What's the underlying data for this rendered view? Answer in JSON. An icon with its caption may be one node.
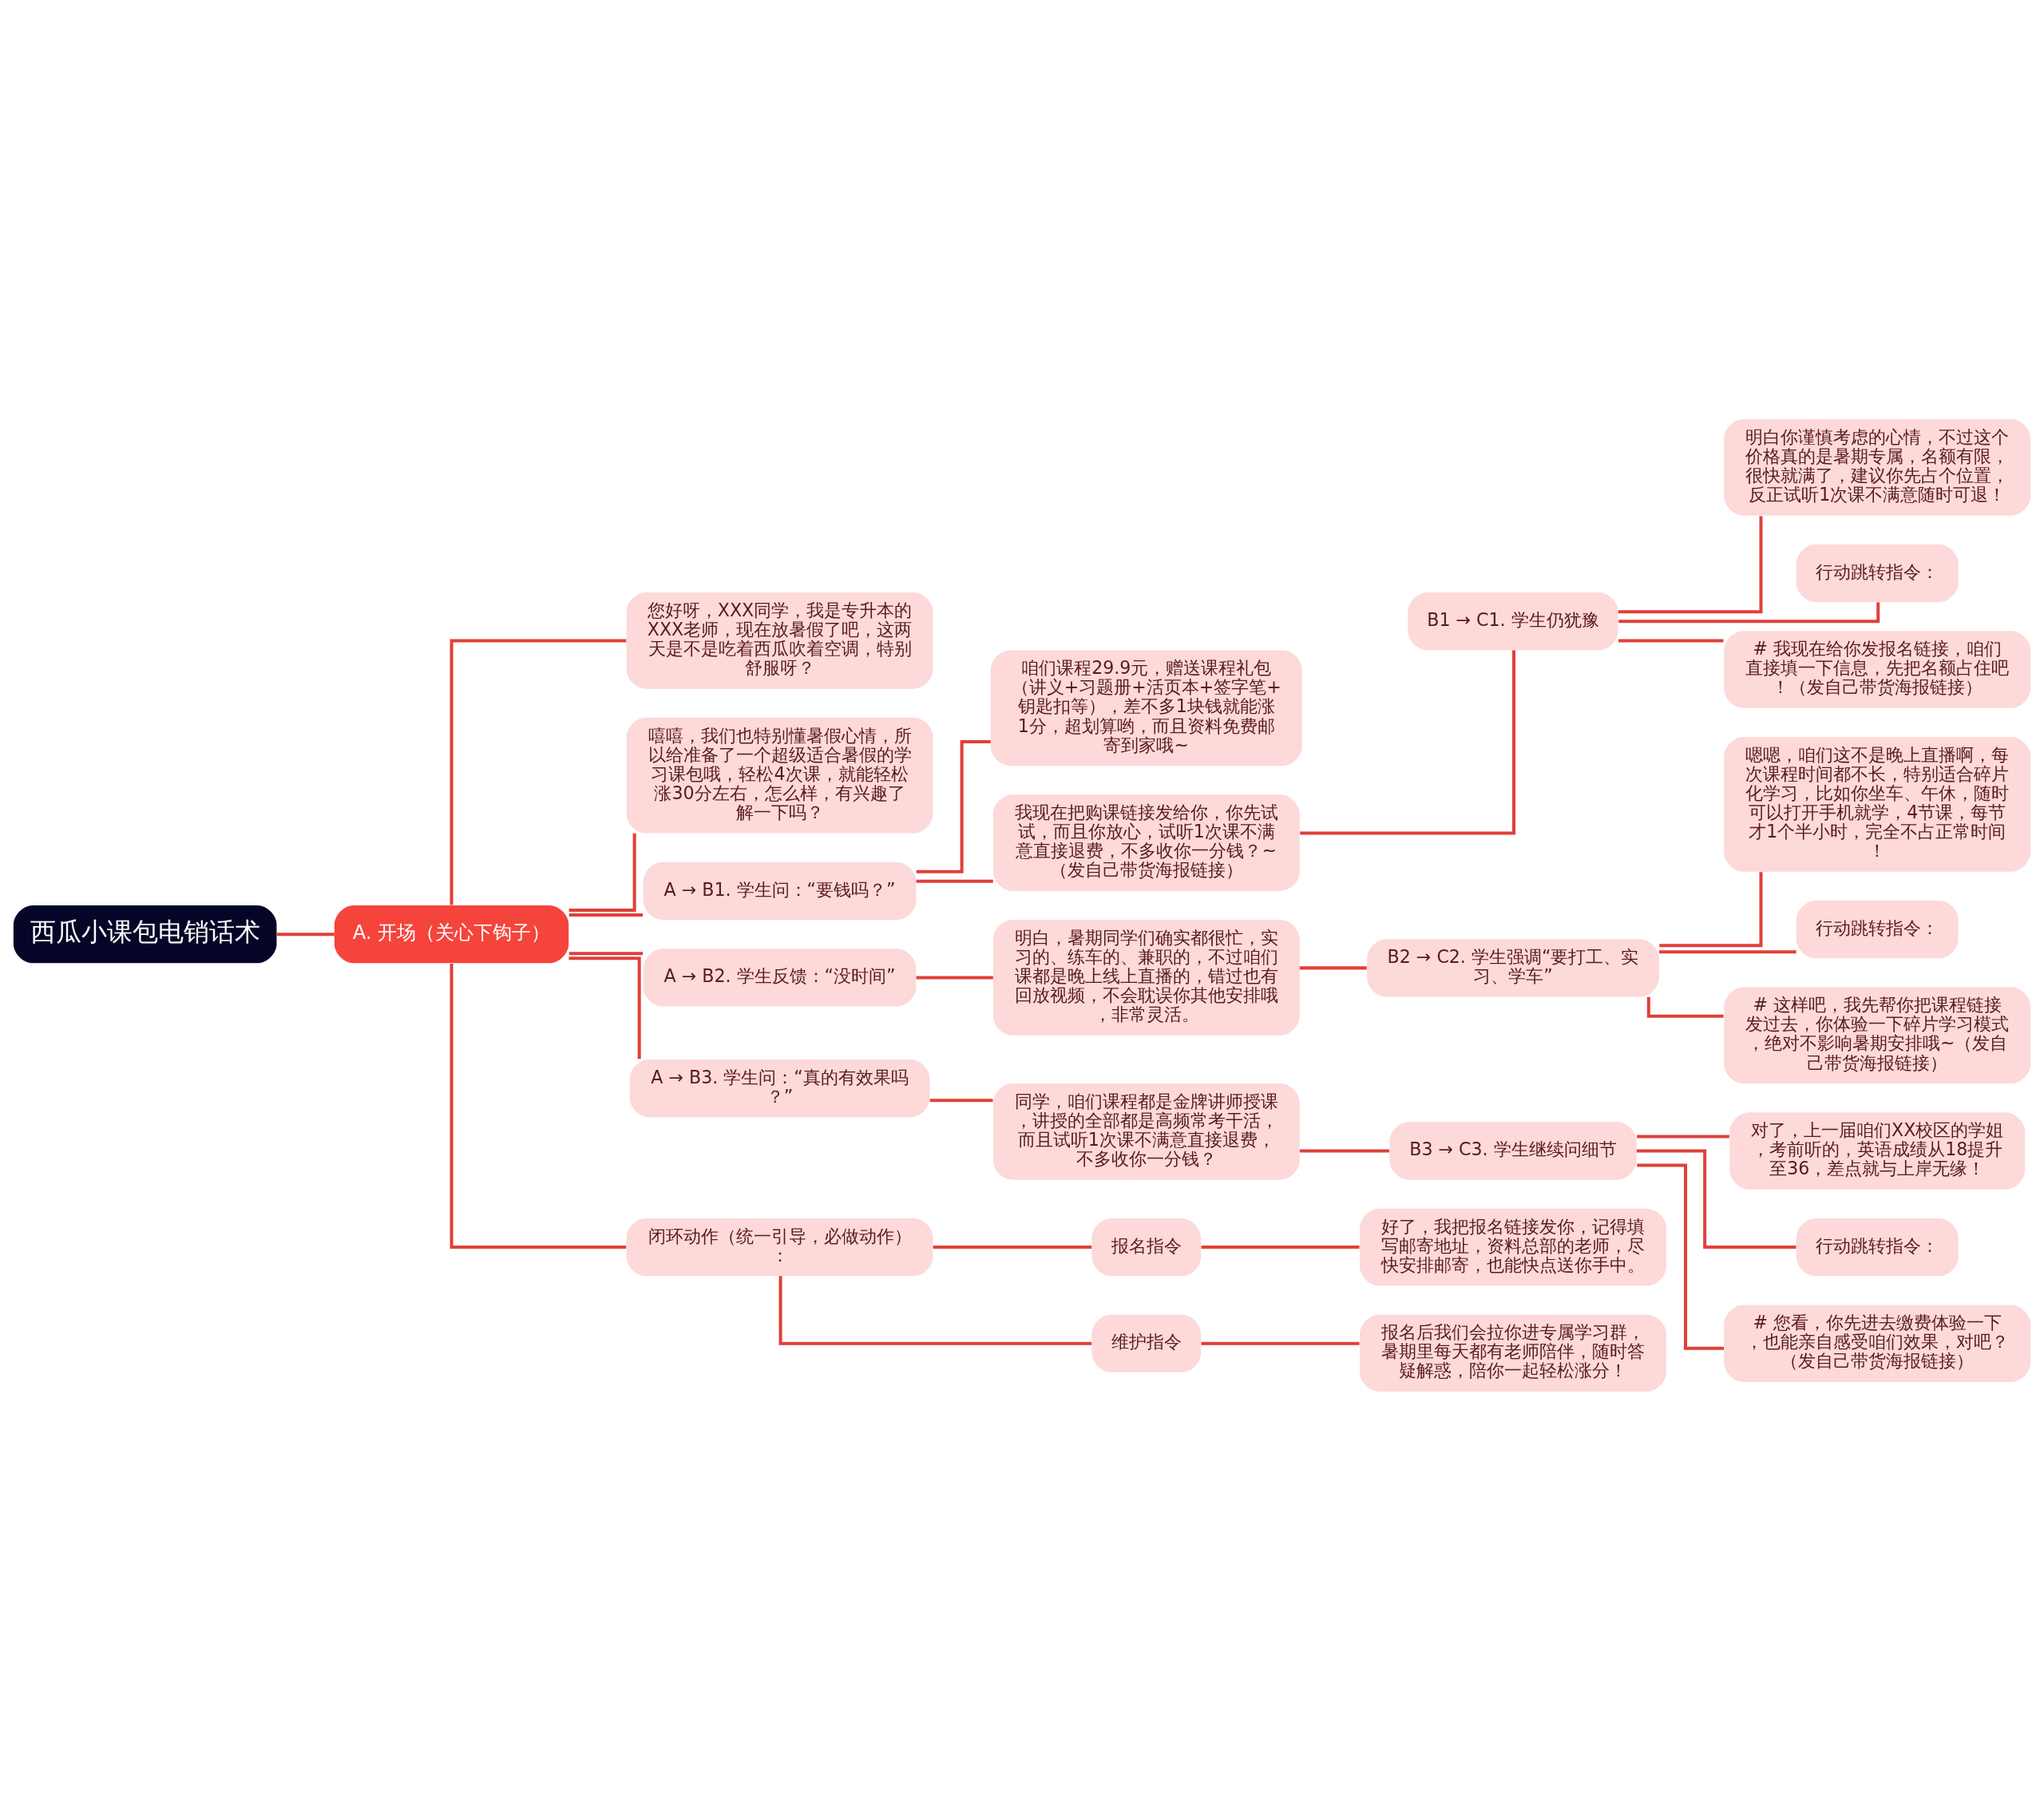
{
  "diagram": {
    "nodes": [
      {
        "text": [
          "西瓜小课包电销话术"
        ]
      },
      {
        "text": [
          "A. 开场（关心下钩子）"
        ]
      },
      {
        "text": [
          "您好呀，XXX同学，我是专升本的XXX老师，现在放暑假了吧，这两天是不是吃着西瓜吹着空调，特别舒服呀？"
        ]
      },
      {
        "text": [
          "嘻嘻，我们也特别懂暑假心情，所以给准备了一个超级适合暑假的学习课包哦，轻松4次课，就能轻松涨30分左右，怎么样，有兴趣了解一下吗？"
        ]
      },
      {
        "text": [
          "A → B1. 学生问：“要钱吗？”"
        ]
      },
      {
        "text": [
          "咱们课程29.9元，赠送课程礼包（讲义+习题册+活页本+签字笔+钥匙扣等），差不多1块钱就能涨1分，超划算哟，而且资料免费邮寄到家哦~"
        ]
      },
      {
        "text": [
          "我现在把购课链接发给你，你先试试，而且你放心，试听1次课不满意直接退费，不多收你一分钱？~（发自己带货海报链接）"
        ]
      },
      {
        "text": [
          "B1 → C1. 学生仍犹豫"
        ]
      },
      {
        "text": [
          "明白你谨慎考虑的心情，不过这个价格真的是暑期专属，名额有限，很快就满了，建议你先占个位置，反正试听1次课不满意随时可退！"
        ]
      },
      {
        "text": [
          "行动跳转指令："
        ]
      },
      {
        "text": [
          "# 我现在给你发报名链接，咱们直接填一下信息，先把名额占住吧！（发自己带货海报链接）"
        ]
      },
      {
        "text": [
          "A → B2. 学生反馈：“没时间”"
        ]
      },
      {
        "text": [
          "明白，暑期同学们确实都很忙，实习的、练车的、兼职的，不过咱们课都是晚上线上直播的，错过也有回放视频，不会耽误你其他安排哦，非常灵活。"
        ]
      },
      {
        "text": [
          "B2 → C2. 学生强调“要打工、实习、学车”"
        ]
      },
      {
        "text": [
          "嗯嗯，咱们这不是晚上直播啊，每次课程时间都不长，特别适合碎片化学习，比如你坐车、午休，随时可以打开手机就学，4节课，每节才1个半小时，完全不占正常时间！"
        ]
      },
      {
        "text": [
          "行动跳转指令："
        ]
      },
      {
        "text": [
          "# 这样吧，我先帮你把课程链接发过去，你体验一下碎片学习模式，绝对不影响暑期安排哦~（发自己带货海报链接）"
        ]
      },
      {
        "text": [
          "A → B3. 学生问：“真的有效果吗？”"
        ]
      },
      {
        "text": [
          "同学，咱们课程都是金牌讲师授课，讲授的全部都是高频常考干活，而且试听1次课不满意直接退费，不多收你一分钱？"
        ]
      },
      {
        "text": [
          "B3 → C3. 学生继续问细节"
        ]
      },
      {
        "text": [
          "对了，上一届咱们XX校区的学姐，考前听的，英语成绩从18提升至36，差点就与上岸无缘！"
        ]
      },
      {
        "text": [
          "行动跳转指令："
        ]
      },
      {
        "text": [
          "# 您看，你先进去缴费体验一下，也能亲自感受咱们效果，对吧？（发自己带货海报链接）"
        ]
      },
      {
        "text": [
          "闭环动作（统一引导，必做动作）："
        ]
      },
      {
        "text": [
          "报名指令"
        ]
      },
      {
        "text": [
          "好了，我把报名链接发你，记得填写邮寄地址，资料总部的老师，尽快安排邮寄，也能快点送你手中。"
        ]
      },
      {
        "text": [
          "维护指令"
        ]
      },
      {
        "text": [
          "报名后我们会拉你进专属学习群，暑期里每天都有老师陪伴，随时答疑解惑，陪你一起轻松涨分！"
        ]
      }
    ],
    "edges": [
      {
        "from": 0,
        "to": 1,
        "arrow": "none"
      },
      {
        "from": 1,
        "to": 2,
        "arrow": "none"
      },
      {
        "from": 1,
        "to": 3,
        "arrow": "none"
      },
      {
        "from": 1,
        "to": 4,
        "arrow": "none"
      },
      {
        "from": 4,
        "to": 5,
        "arrow": "none"
      },
      {
        "from": 4,
        "to": 6,
        "arrow": "none"
      },
      {
        "from": 6,
        "to": 7,
        "arrow": "none"
      },
      {
        "from": 7,
        "to": 8,
        "arrow": "none"
      },
      {
        "from": 7,
        "to": 9,
        "arrow": "none"
      },
      {
        "from": 7,
        "to": 10,
        "arrow": "none"
      },
      {
        "from": 1,
        "to": 11,
        "arrow": "none"
      },
      {
        "from": 11,
        "to": 12,
        "arrow": "none"
      },
      {
        "from": 12,
        "to": 13,
        "arrow": "none"
      },
      {
        "from": 13,
        "to": 14,
        "arrow": "none"
      },
      {
        "from": 13,
        "to": 15,
        "arrow": "none"
      },
      {
        "from": 13,
        "to": 16,
        "arrow": "none"
      },
      {
        "from": 1,
        "to": 17,
        "arrow": "none"
      },
      {
        "from": 17,
        "to": 18,
        "arrow": "none"
      },
      {
        "from": 18,
        "to": 19,
        "arrow": "none"
      },
      {
        "from": 19,
        "to": 20,
        "arrow": "none"
      },
      {
        "from": 19,
        "to": 21,
        "arrow": "none"
      },
      {
        "from": 19,
        "to": 22,
        "arrow": "none"
      },
      {
        "from": 1,
        "to": 23,
        "arrow": "none"
      },
      {
        "from": 23,
        "to": 24,
        "arrow": "none"
      },
      {
        "from": 23,
        "to": 26,
        "arrow": "none"
      },
      {
        "from": 24,
        "to": 25,
        "arrow": "none"
      },
      {
        "from": 26,
        "to": 27,
        "arrow": "none"
      }
    ]
  }
}
